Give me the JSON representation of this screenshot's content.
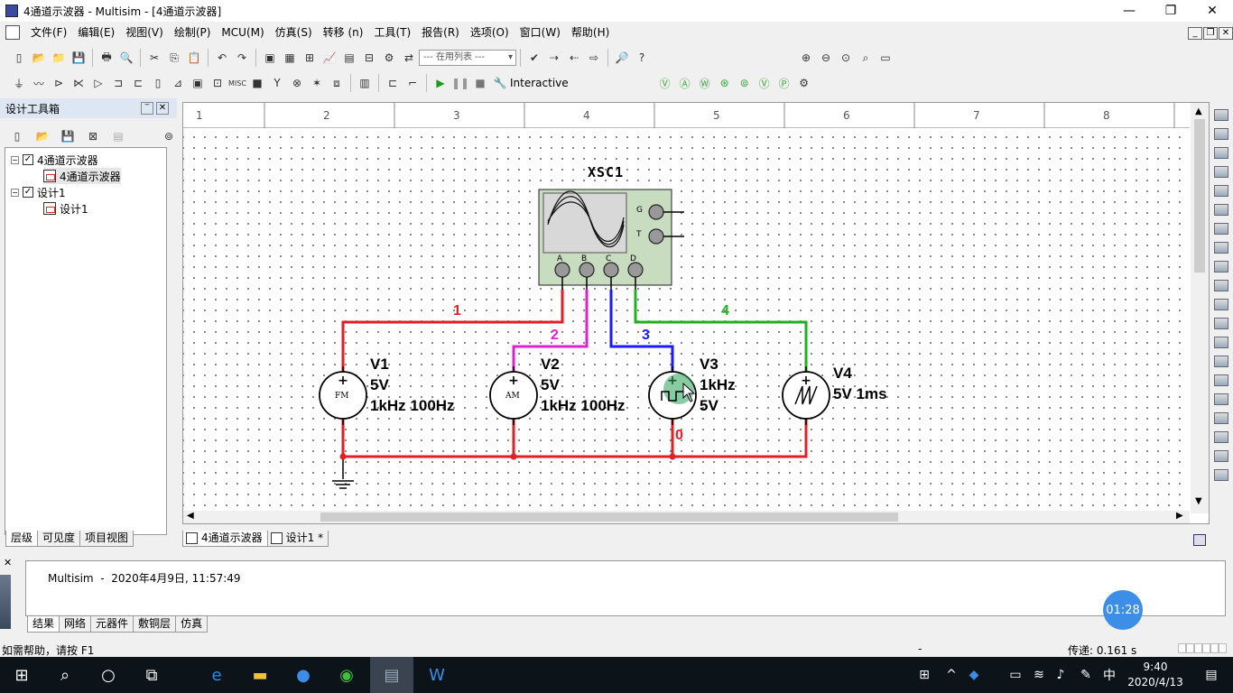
{
  "window": {
    "title": "4通道示波器 - Multisim - [4通道示波器]",
    "minimize": "—",
    "restore": "❐",
    "close": "✕"
  },
  "menu": [
    "文件(F)",
    "编辑(E)",
    "视图(V)",
    "绘制(P)",
    "MCU(M)",
    "仿真(S)",
    "转移 (n)",
    "工具(T)",
    "报告(R)",
    "选项(O)",
    "窗口(W)",
    "帮助(H)"
  ],
  "toolbar": {
    "inuse_list": "--- 在用列表 ---",
    "sim_mode": "Interactive"
  },
  "design_toolbox": {
    "title": "设计工具箱",
    "tree": [
      {
        "label": "4通道示波器",
        "level": 0,
        "checked": true
      },
      {
        "label": "4通道示波器",
        "level": 1,
        "selected": true
      },
      {
        "label": "设计1",
        "level": 0,
        "checked": true
      },
      {
        "label": "设计1",
        "level": 1
      }
    ],
    "tabs": [
      "层级",
      "可见度",
      "项目视图"
    ]
  },
  "ruler": {
    "marks": [
      "1",
      "2",
      "3",
      "4",
      "5",
      "6",
      "7",
      "8"
    ]
  },
  "schematic": {
    "oscilloscope": {
      "name": "XSC1",
      "channels": [
        "A",
        "B",
        "C",
        "D"
      ],
      "right_terminals": [
        "G",
        "T"
      ]
    },
    "sources": [
      {
        "ref": "V1",
        "symbol": "FM",
        "lines": [
          "5V",
          "1kHz 100Hz"
        ]
      },
      {
        "ref": "V2",
        "symbol": "AM",
        "lines": [
          "5V",
          "1kHz 100Hz"
        ]
      },
      {
        "ref": "V3",
        "symbol": "square",
        "lines": [
          "1kHz",
          "5V"
        ]
      },
      {
        "ref": "V4",
        "symbol": "sawtooth",
        "lines": [
          "5V 1ms"
        ]
      }
    ],
    "net_labels": {
      "n1": "1",
      "n2": "2",
      "n3": "3",
      "n4": "4",
      "n0": "0"
    },
    "colors": {
      "n1": "#e31e24",
      "n2": "#e020d0",
      "n3": "#1a1aff",
      "n4": "#22b022",
      "n0": "#e31e24",
      "scope_body": "#c8dcc0"
    }
  },
  "doc_tabs": [
    "4通道示波器",
    "设计1 *"
  ],
  "output": {
    "message": "Multisim  -  2020年4月9日, 11:57:49",
    "tabs": [
      "结果",
      "网络",
      "元器件",
      "敷铜层",
      "仿真"
    ]
  },
  "status": {
    "help": "如需帮助，请按 F1",
    "dash": "-",
    "transfer": "传递: 0.161 s"
  },
  "timer": "01:28",
  "taskbar": {
    "time": "9:40",
    "date": "2020/4/13",
    "ime": "中"
  }
}
